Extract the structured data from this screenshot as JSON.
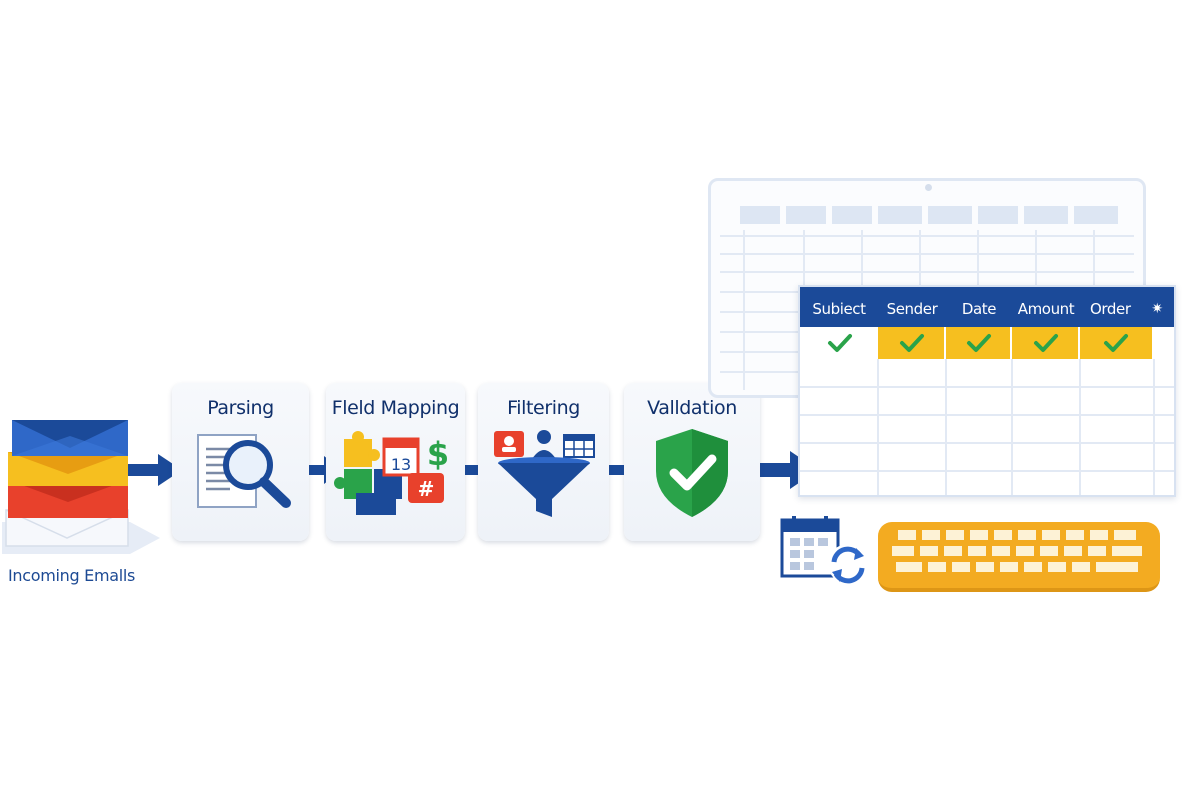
{
  "source": {
    "label": "Incoming Emalls",
    "icon": "email-stack-icon"
  },
  "stages": [
    {
      "title": "Parsing",
      "icon": "document-magnifier-icon"
    },
    {
      "title": "Fleld Mapping",
      "icon": "puzzle-calendar-dollar-hash-icon"
    },
    {
      "title": "Filtering",
      "icon": "funnel-filter-icon"
    },
    {
      "title": "Valldation",
      "icon": "shield-check-icon"
    }
  ],
  "output": {
    "columns": [
      "Subiect",
      "Sender",
      "Date",
      "Amount",
      "Order"
    ],
    "row_status": [
      "check",
      "check",
      "check",
      "check",
      "check"
    ],
    "icons": [
      "spreadsheet-icon",
      "calendar-sync-icon",
      "keyboard-icon"
    ]
  },
  "colors": {
    "blue_dark": "#1b4a99",
    "navy_text": "#10306b",
    "yellow": "#f6bf1f",
    "orange": "#f3ab21",
    "red": "#e8412c",
    "green": "#2aa34a",
    "light_grid": "#dfe7f3"
  }
}
